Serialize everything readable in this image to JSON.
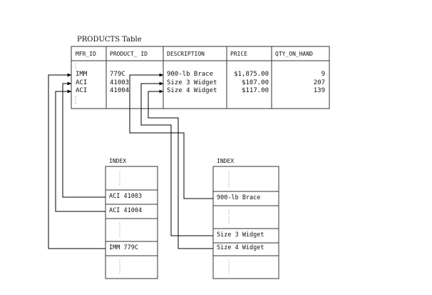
{
  "table": {
    "title": "PRODUCTS Table",
    "columns": [
      "MFR_ID",
      "PRODUCT_ ID",
      "DESCRIPTION",
      "PRICE",
      "QTY_ON_HAND"
    ],
    "rows": [
      {
        "mfr_id": "IMM",
        "product_id": "779C",
        "description": "900-lb Brace",
        "price": "$1,875.00",
        "qty": "9"
      },
      {
        "mfr_id": "ACI",
        "product_id": "41003",
        "description": "Size 3 Widget",
        "price": "$107.00",
        "qty": "207"
      },
      {
        "mfr_id": "ACI",
        "product_id": "41004",
        "description": "Size 4 Widget",
        "price": "$117.00",
        "qty": "139"
      }
    ]
  },
  "index1": {
    "title": "INDEX",
    "entries": [
      "ACI 41003",
      "ACI 41004",
      "IMM 779C"
    ]
  },
  "index2": {
    "title": "INDEX",
    "entries": [
      "900-lb Brace",
      "Size 3 Widget",
      "Size 4 Widget"
    ]
  }
}
